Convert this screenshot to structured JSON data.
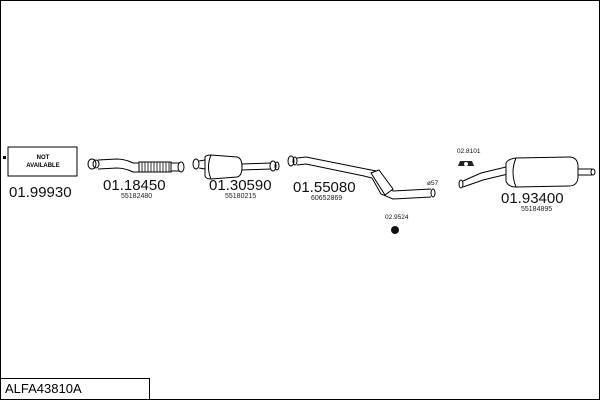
{
  "parts": [
    {
      "id": "01.99930",
      "oe": "",
      "note_line1": "NOT",
      "note_line2": "AVAILABLE"
    },
    {
      "id": "01.18450",
      "oe": "55182480"
    },
    {
      "id": "01.30590",
      "oe": "55180215"
    },
    {
      "id": "01.55080",
      "oe": "60652869"
    },
    {
      "id": "01.93400",
      "oe": "55184895"
    }
  ],
  "accessories": {
    "gasket": "02.9524",
    "hanger": "02.8101",
    "pipe_size": "ø57"
  },
  "reference": "ALFA43810A"
}
